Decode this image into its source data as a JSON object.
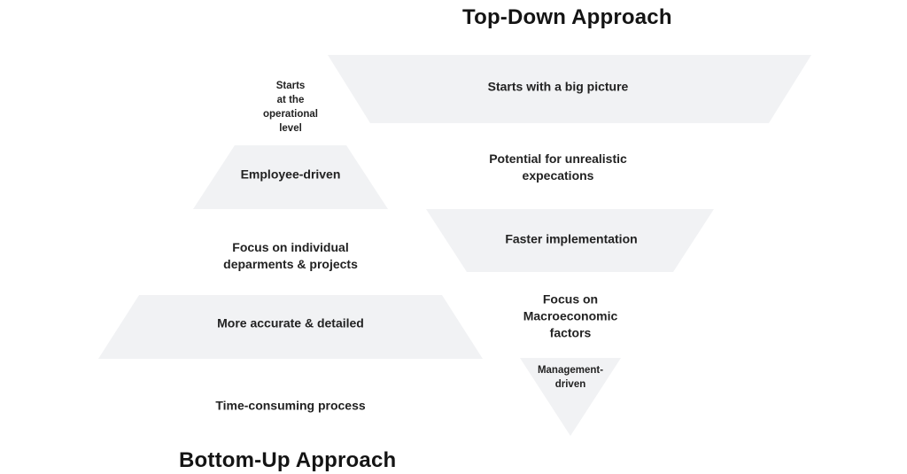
{
  "top_down": {
    "title": "Top-Down Approach",
    "levels": [
      {
        "lines": [
          "Starts with a big picture"
        ]
      },
      {
        "lines": [
          "Potential for unrealistic",
          "expecations"
        ]
      },
      {
        "lines": [
          "Faster implementation"
        ]
      },
      {
        "lines": [
          "Focus on",
          "Macroeconomic",
          "factors"
        ]
      },
      {
        "lines": [
          "Management-",
          "driven"
        ]
      }
    ]
  },
  "bottom_up": {
    "title": "Bottom-Up Approach",
    "levels": [
      {
        "lines": [
          "Starts",
          "at the",
          "operational",
          "level"
        ]
      },
      {
        "lines": [
          "Employee-driven"
        ]
      },
      {
        "lines": [
          "Focus on individual",
          "deparments & projects"
        ]
      },
      {
        "lines": [
          "More accurate & detailed"
        ]
      },
      {
        "lines": [
          "Time-consuming process"
        ]
      }
    ]
  },
  "colors": {
    "band_fill": "#f1f2f4",
    "text": "#222222",
    "title": "#141414"
  }
}
